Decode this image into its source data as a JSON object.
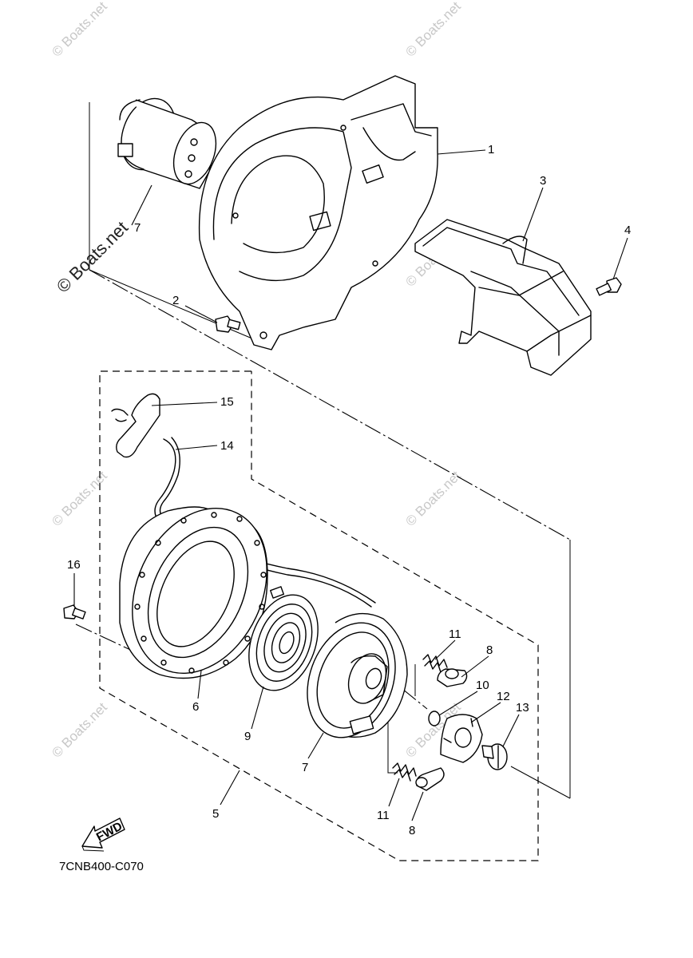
{
  "watermark": {
    "text": "© Boats.net",
    "prominent_text": "© Boats.net"
  },
  "diagram_code": "7CNB400-C070",
  "fwd_label": "FWD",
  "callouts": {
    "p1": "1",
    "p2": "2",
    "p3": "3",
    "p4": "4",
    "p5": "5",
    "p6": "6",
    "p7_top": "7",
    "p7": "7",
    "p8_top": "8",
    "p8_bottom": "8",
    "p9": "9",
    "p10": "10",
    "p11_top": "11",
    "p11_bottom": "11",
    "p12": "12",
    "p13": "13",
    "p14": "14",
    "p15": "15",
    "p16": "16"
  }
}
